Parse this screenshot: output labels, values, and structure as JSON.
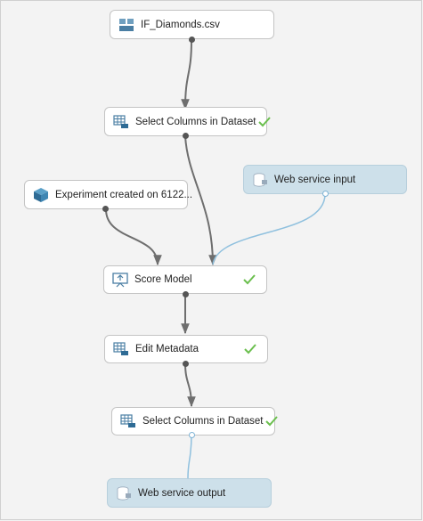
{
  "canvas": {
    "nodes": [
      {
        "id": "dataset",
        "label": "IF_Diamonds.csv",
        "icon": "dataset-icon",
        "status": ""
      },
      {
        "id": "select1",
        "label": "Select Columns in Dataset",
        "icon": "table-columns-icon",
        "status": "complete"
      },
      {
        "id": "webinput",
        "label": "Web service input",
        "icon": "web-service-input-icon",
        "status": ""
      },
      {
        "id": "experiment",
        "label": "Experiment created on 6122...",
        "icon": "trained-model-cube-icon",
        "status": ""
      },
      {
        "id": "score",
        "label": "Score Model",
        "icon": "score-model-icon",
        "status": "complete"
      },
      {
        "id": "metadata",
        "label": "Edit Metadata",
        "icon": "table-columns-icon",
        "status": "complete"
      },
      {
        "id": "select2",
        "label": "Select Columns in Dataset",
        "icon": "table-columns-icon",
        "status": "complete"
      },
      {
        "id": "weboutput",
        "label": "Web service output",
        "icon": "web-service-output-icon",
        "status": ""
      }
    ],
    "colors": {
      "background": "#f3f3f3",
      "node": "#ffffff",
      "web_service_node": "#cde0ea",
      "wire": "#6e6e6e",
      "web_service_wire": "#8fc0de",
      "check": "#6bbf4e"
    }
  }
}
